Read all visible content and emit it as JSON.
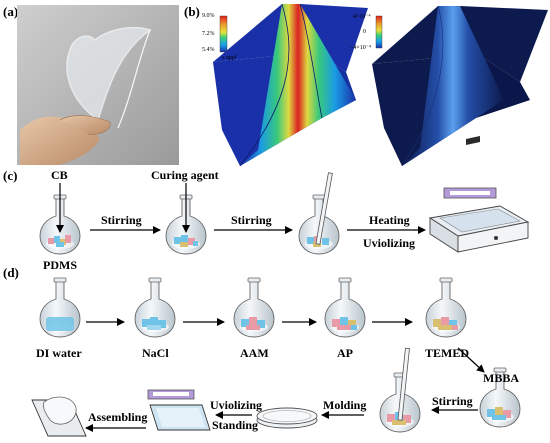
{
  "panels": {
    "a": "(a)",
    "b": "(b)",
    "c": "(c)",
    "d": "(d)"
  },
  "panel_b": {
    "scale_left": {
      "top": "9.0%",
      "mid": "7.2%",
      "bottom": "5.4%",
      "label": "ε appl"
    },
    "scale_right": {
      "top": "4×10⁻⁴",
      "mid": "0",
      "bottom": "−4×10⁻⁴"
    }
  },
  "row_c": {
    "labels": {
      "cb": "CB",
      "pdms": "PDMS",
      "curing_agent": "Curing agent",
      "stirring_1": "Stirring",
      "stirring_2": "Stirring",
      "heating": "Heating",
      "uviolizing": "Uviolizing"
    }
  },
  "row_d": {
    "labels": {
      "di_water": "DI water",
      "nacl": "NaCl",
      "aam": "AAM",
      "ap": "AP",
      "temed": "TEMED",
      "mbba": "MBBA",
      "stirring": "Stirring",
      "molding": "Molding",
      "uviolizing": "Uviolizing",
      "standing": "Standing",
      "assembling": "Assembling"
    }
  },
  "colors": {
    "heatmap_background": "#1a30a8",
    "heatmap_peak": "#e4201c",
    "stress_background": "#0c1a4e",
    "stress_band": "#3f7fd8",
    "particle_blue": "#6fc3e6",
    "particle_pink": "#e89aa6",
    "particle_gold": "#d8c070",
    "flask_glass": "#dfe6ec"
  }
}
